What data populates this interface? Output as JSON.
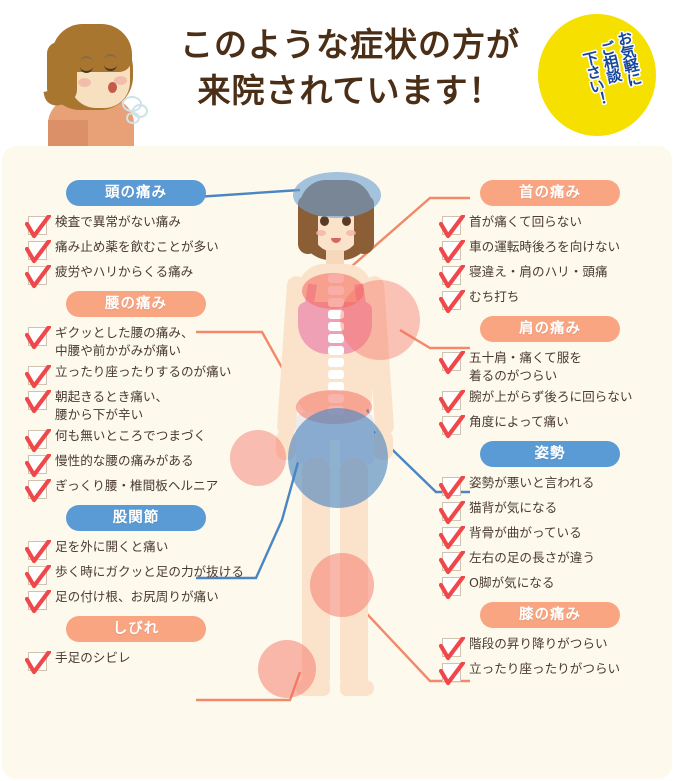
{
  "header": {
    "title": "このような症状の方が\n来院されています！",
    "badge": {
      "line1": "お気軽に",
      "line2": "ご相談",
      "line3": "下さい！"
    },
    "illustration_name": "tired-woman-illustration"
  },
  "figure": {
    "illustration_name": "female-body-anatomy-illustration",
    "highlights": [
      {
        "name": "head",
        "color": "#6e9fd0"
      },
      {
        "name": "neck",
        "color": "#f4695c"
      },
      {
        "name": "shoulder",
        "color": "#f4695c"
      },
      {
        "name": "lower-back",
        "color": "#f4695c"
      },
      {
        "name": "pelvis",
        "color": "#4a84bf"
      },
      {
        "name": "hand",
        "color": "#f4695c"
      },
      {
        "name": "knee",
        "color": "#f4695c"
      },
      {
        "name": "ankle",
        "color": "#f4695c"
      }
    ]
  },
  "colors": {
    "blue_pill": "#5b9bd5",
    "orange_pill": "#f9a582",
    "card_bg": "#fdf9ec",
    "text": "#4a3b32",
    "check": "#f0484a",
    "badge_bg": "#f5e000",
    "badge_text": "#16479b",
    "title_text": "#4b2e16"
  },
  "left_sections": [
    {
      "title": "頭の痛み",
      "style": "blue",
      "items": [
        "検査で異常がない痛み",
        "痛み止め薬を飲むことが多い",
        "疲労やハリからくる痛み"
      ]
    },
    {
      "title": "腰の痛み",
      "style": "orange",
      "items": [
        "ギクッとした腰の痛み、\n中腰や前かがみが痛い",
        "立ったり座ったりするのが痛い",
        "朝起きるとき痛い、\n腰から下が辛い",
        "何も無いところでつまづく",
        "慢性的な腰の痛みがある",
        "ぎっくり腰・椎間板ヘルニア"
      ]
    },
    {
      "title": "股関節",
      "style": "blue",
      "items": [
        "足を外に開くと痛い",
        "歩く時にガクッと足の力が抜ける",
        "足の付け根、お尻周りが痛い"
      ]
    },
    {
      "title": "しびれ",
      "style": "orange",
      "items": [
        "手足のシビレ"
      ]
    }
  ],
  "right_sections": [
    {
      "title": "首の痛み",
      "style": "orange",
      "items": [
        "首が痛くて回らない",
        "車の運転時後ろを向けない",
        "寝違え・肩のハリ・頭痛",
        "むち打ち"
      ]
    },
    {
      "title": "肩の痛み",
      "style": "orange",
      "items": [
        "五十肩・痛くて服を\n着るのがつらい",
        "腕が上がらず後ろに回らない",
        "角度によって痛い"
      ]
    },
    {
      "title": "姿勢",
      "style": "blue",
      "items": [
        "姿勢が悪いと言われる",
        "猫背が気になる",
        "背骨が曲がっている",
        "左右の足の長さが違う",
        "O脚が気になる"
      ]
    },
    {
      "title": "膝の痛み",
      "style": "orange",
      "items": [
        "階段の昇り降りがつらい",
        "立ったり座ったりがつらい"
      ]
    }
  ]
}
